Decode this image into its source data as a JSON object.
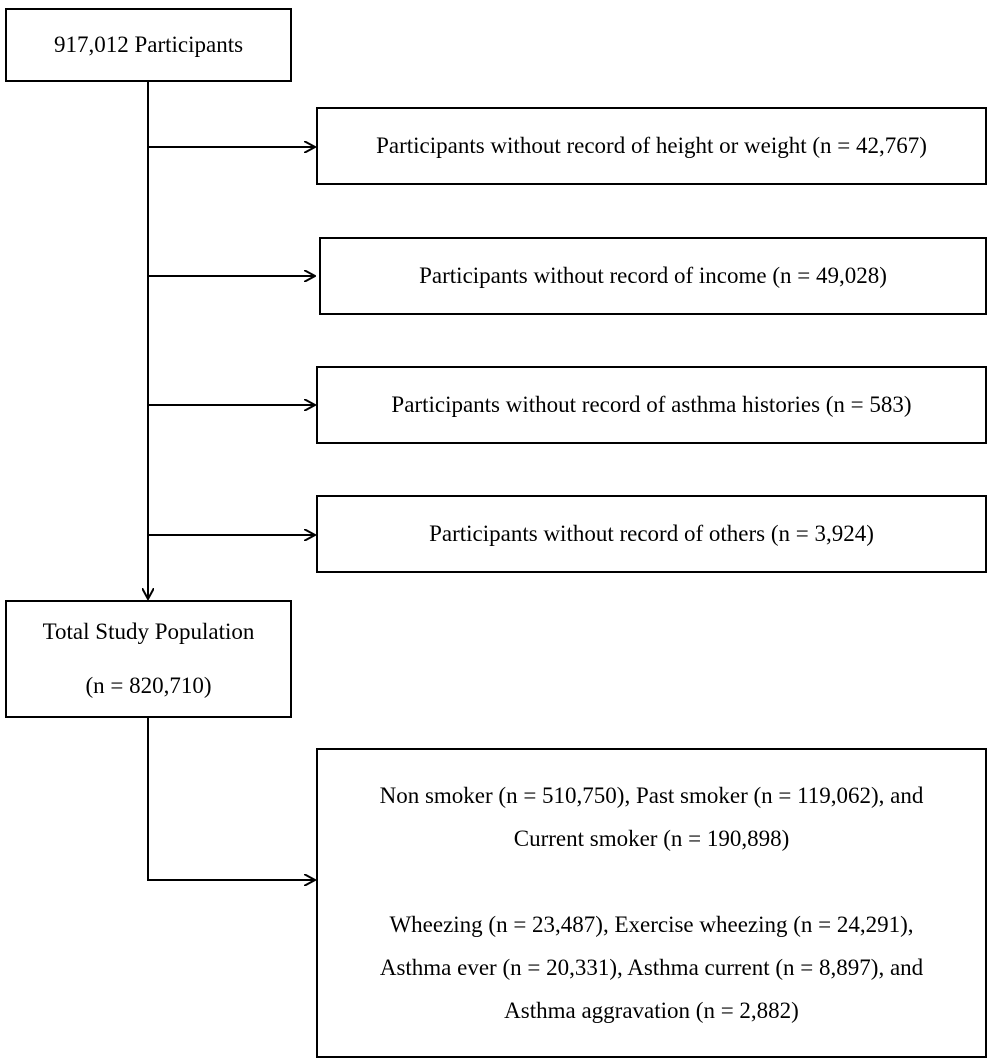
{
  "flow": {
    "start": "917,012 Participants",
    "exclusions": [
      "Participants without record of height or weight (n = 42,767)",
      "Participants without record of income (n = 49,028)",
      "Participants without record of asthma histories (n = 583)",
      "Participants without record of others (n = 3,924)"
    ],
    "total": {
      "line1": "Total Study Population",
      "line2": "(n = 820,710)"
    },
    "result": {
      "smoking_line1": "Non smoker (n = 510,750), Past smoker (n = 119,062), and",
      "smoking_line2": "Current smoker (n = 190,898)",
      "symptoms_line1": "Wheezing (n = 23,487), Exercise wheezing (n = 24,291),",
      "symptoms_line2": "Asthma ever (n = 20,331), Asthma current (n = 8,897), and",
      "symptoms_line3": "Asthma aggravation  (n = 2,882)"
    }
  }
}
